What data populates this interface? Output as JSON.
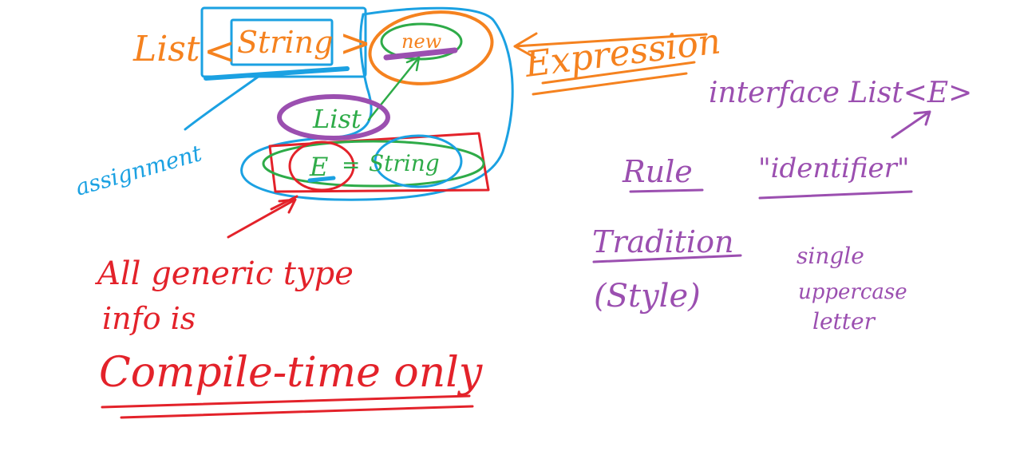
{
  "colors": {
    "orange": "#f5821f",
    "blue": "#1ba1e2",
    "green": "#2eab48",
    "purple": "#9b4fb0",
    "red": "#e3222a"
  },
  "blue_group": {
    "list_word": "List",
    "open_bracket": "<",
    "string_word": "String",
    "close_bracket": ">",
    "assignment_label": "assignment"
  },
  "expression_group": {
    "new_word": "new",
    "label": "Expression"
  },
  "purple_list_word": "List",
  "type_equation": {
    "e_letter": "E",
    "equals": "=",
    "string_word": "String"
  },
  "red_note": {
    "line1": "All generic type",
    "line2": "info is",
    "line3": "Compile-time only"
  },
  "purple_notes": {
    "interface": "interface List<E>",
    "rule": "Rule",
    "identifier": "\"identifier\"",
    "tradition": "Tradition",
    "style": "(Style)",
    "single": "single",
    "uppercase": "uppercase",
    "letter": "letter"
  }
}
